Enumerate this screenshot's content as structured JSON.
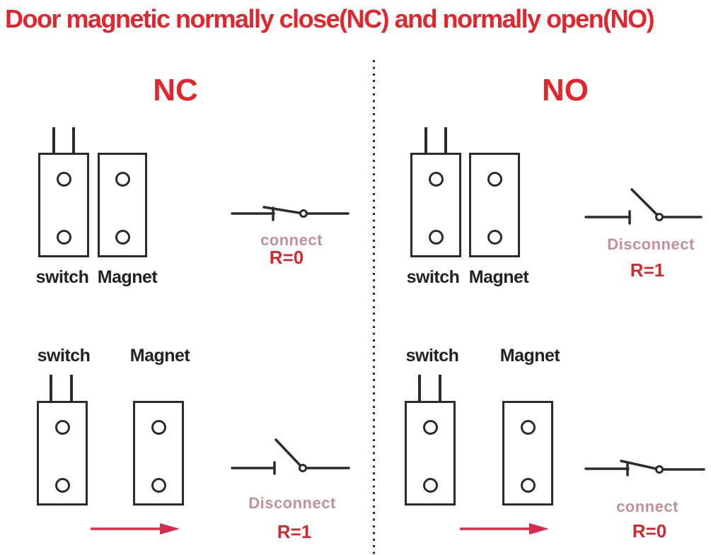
{
  "title": "Door magnetic normally close(NC) and normally open(NO)",
  "nc": {
    "heading": "NC",
    "together": {
      "switch_label": "switch",
      "magnet_label": "Magnet",
      "status": "connect",
      "resistance": "R=0"
    },
    "apart": {
      "switch_label": "switch",
      "magnet_label": "Magnet",
      "status": "Disconnect",
      "resistance": "R=1"
    }
  },
  "no": {
    "heading": "NO",
    "together": {
      "switch_label": "switch",
      "magnet_label": "Magnet",
      "status": "Disconnect",
      "resistance": "R=1"
    },
    "apart": {
      "switch_label": "switch",
      "magnet_label": "Magnet",
      "status": "connect",
      "resistance": "R=0"
    }
  },
  "colors": {
    "title_red": "#e2262e",
    "status_pink": "#c38f99",
    "value_red": "#d2282d",
    "arrow_red": "#d92b4b",
    "line_dark": "#2b2b2b"
  }
}
